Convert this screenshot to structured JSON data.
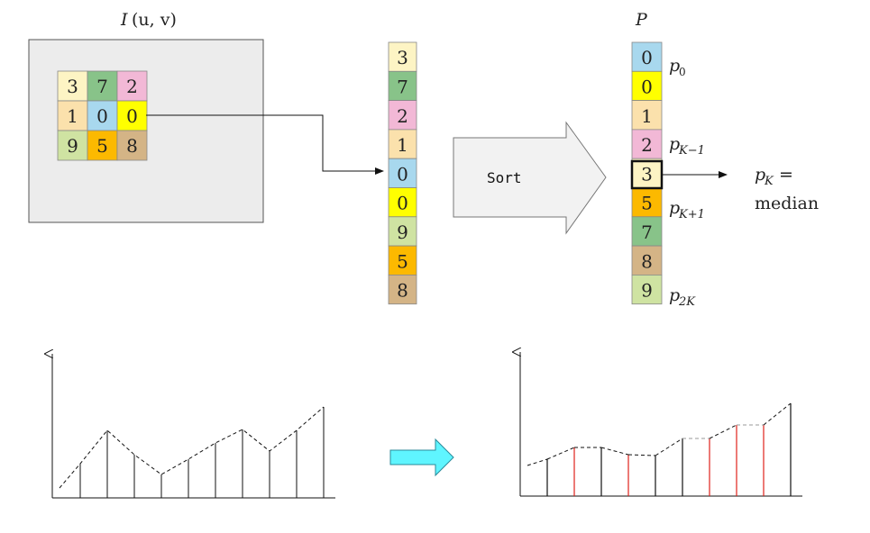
{
  "colors": {
    "0": "#a8d8ee",
    "1": "#fbe1ac",
    "2": "#f2b8d6",
    "3": "#fdf4c4",
    "5": "#fcb900",
    "7": "#88c389",
    "8": "#d4b486",
    "9": "#cfe3a2",
    "zero_bright": "#ffff00",
    "image_bg": "#ececec",
    "arrow_fill": "#f2f2f2",
    "cyan_arrow": "#5ff5ff",
    "median_line": "#e0201b"
  },
  "image_label": {
    "main": "I",
    "args": "(u, v)"
  },
  "window": [
    [
      "3",
      "7",
      "2"
    ],
    [
      "1",
      "0",
      "0"
    ],
    [
      "9",
      "5",
      "8"
    ]
  ],
  "unsorted": [
    "3",
    "7",
    "2",
    "1",
    "0",
    "0",
    "9",
    "5",
    "8"
  ],
  "sort_label": "Sort",
  "sorted_label": "P",
  "sorted": [
    "0",
    "0",
    "1",
    "2",
    "3",
    "5",
    "7",
    "8",
    "9"
  ],
  "sorted_labels": {
    "p0": {
      "base": "p",
      "sub": "0"
    },
    "pk_minus": {
      "base": "p",
      "sub": "K−1"
    },
    "pk_plus": {
      "base": "p",
      "sub": "K+1"
    },
    "p2k": {
      "base": "p",
      "sub": "2K"
    }
  },
  "median_label": {
    "base": "p",
    "sub": "K",
    "eq": "=",
    "word": "median"
  }
}
